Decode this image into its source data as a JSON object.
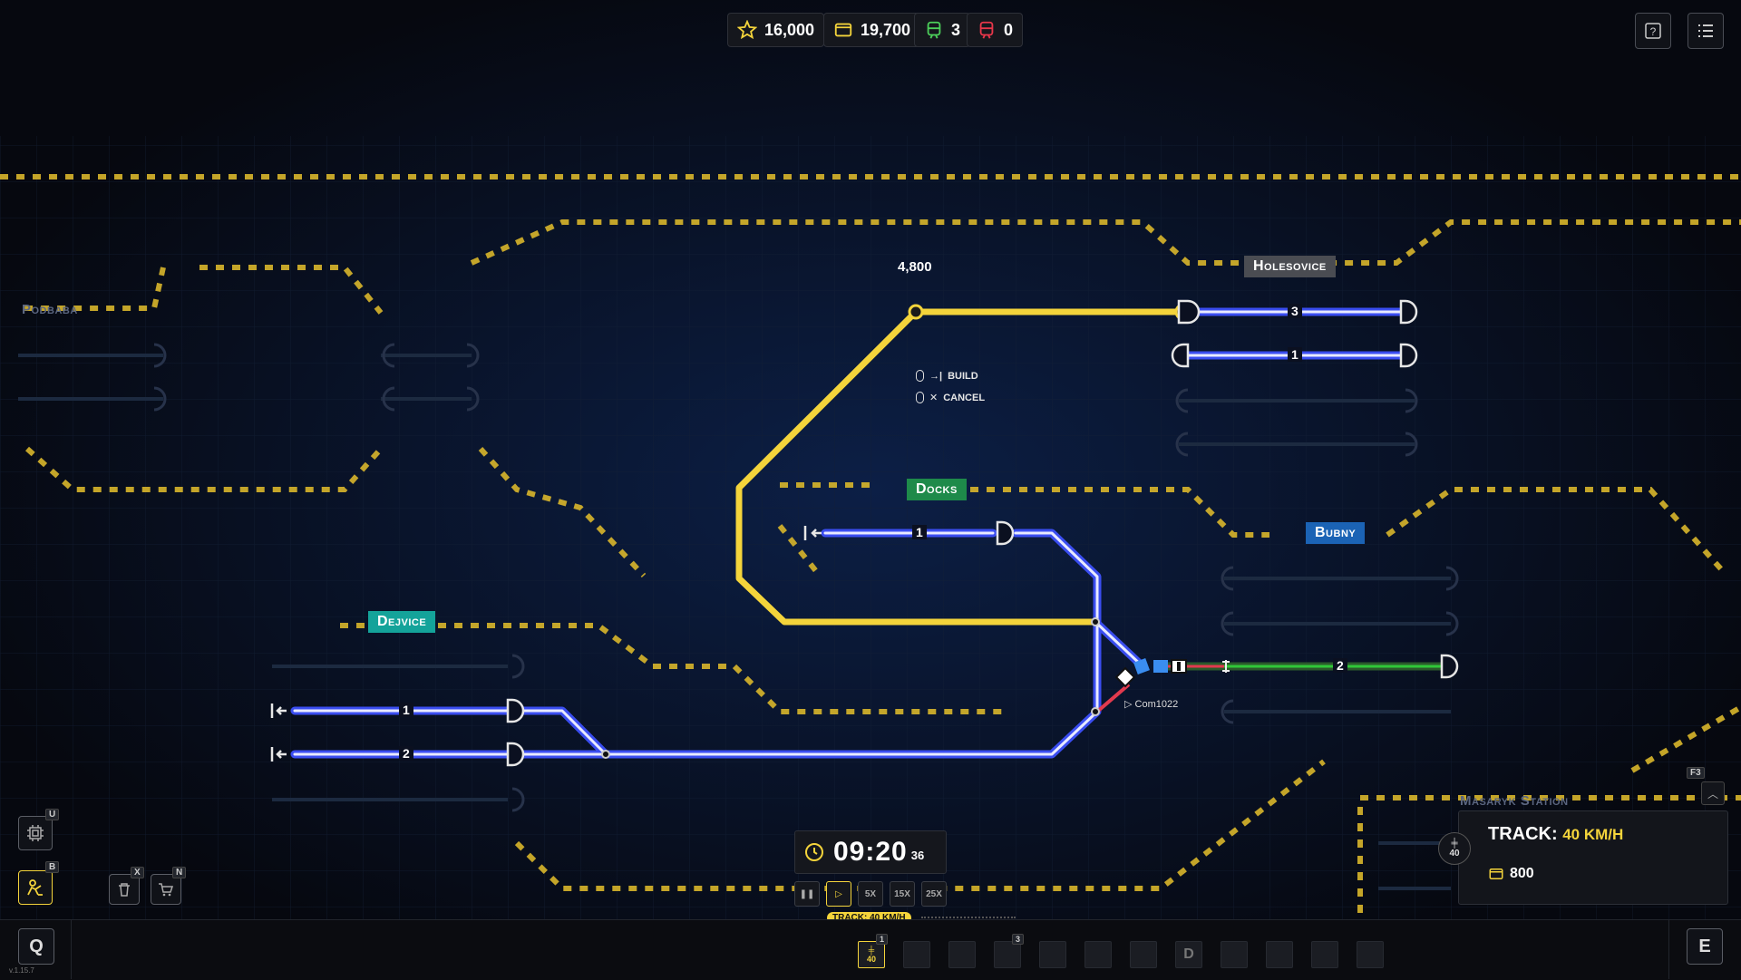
{
  "hud": {
    "stars": "16,000",
    "money": "19,700",
    "trains_ok": "3",
    "trains_bad": "0",
    "accent_yellow": "#f4d43b",
    "ok_green": "#4ccf5a",
    "bad_red": "#e8374a"
  },
  "stations": {
    "podbaba": "Podbaba",
    "holesovice": "Holesovice",
    "docks": "Docks",
    "bubny": "Bubny",
    "dejvice": "Dejvice",
    "masaryk": "Masaryk Station"
  },
  "platforms": {
    "holesovice_a": "3",
    "holesovice_b": "1",
    "docks_a": "1",
    "bubny_a": "2",
    "dejvice_a": "1",
    "dejvice_b": "2"
  },
  "build_cost": "4,800",
  "hints": {
    "build": "BUILD",
    "cancel": "CANCEL"
  },
  "train_name": "Com1022",
  "clock": {
    "time": "09:20",
    "seconds": "36"
  },
  "speed": {
    "s5": "5X",
    "s15": "15X",
    "s25": "25X"
  },
  "track_chip": "TRACK: 40 KM/H",
  "info": {
    "title": "TRACK:",
    "speed": "40 KM/H",
    "cost": "800",
    "key": "F3",
    "badge": "40"
  },
  "keys": {
    "u": "U",
    "b": "B",
    "x": "X",
    "n": "N",
    "q": "Q",
    "e": "E",
    "slot1": "1",
    "slot3": "3",
    "tool_badge": "40"
  },
  "version": "v.1.15.7"
}
